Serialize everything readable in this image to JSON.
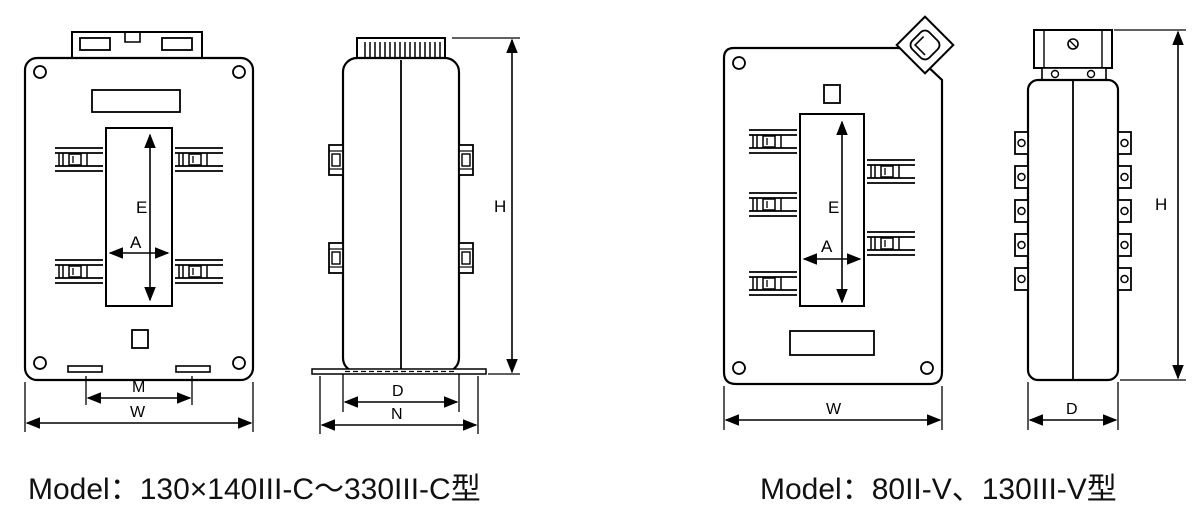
{
  "model_c": {
    "caption": "Model：130×140III-C～330III-C型",
    "dims": {
      "A": "A",
      "E": "E",
      "M": "M",
      "W": "W",
      "D": "D",
      "N": "N",
      "H": "H"
    }
  },
  "model_v": {
    "caption": "Model：80II-V、130III-V型",
    "dims": {
      "A": "A",
      "E": "E",
      "W": "W",
      "D": "D",
      "H": "H"
    }
  }
}
